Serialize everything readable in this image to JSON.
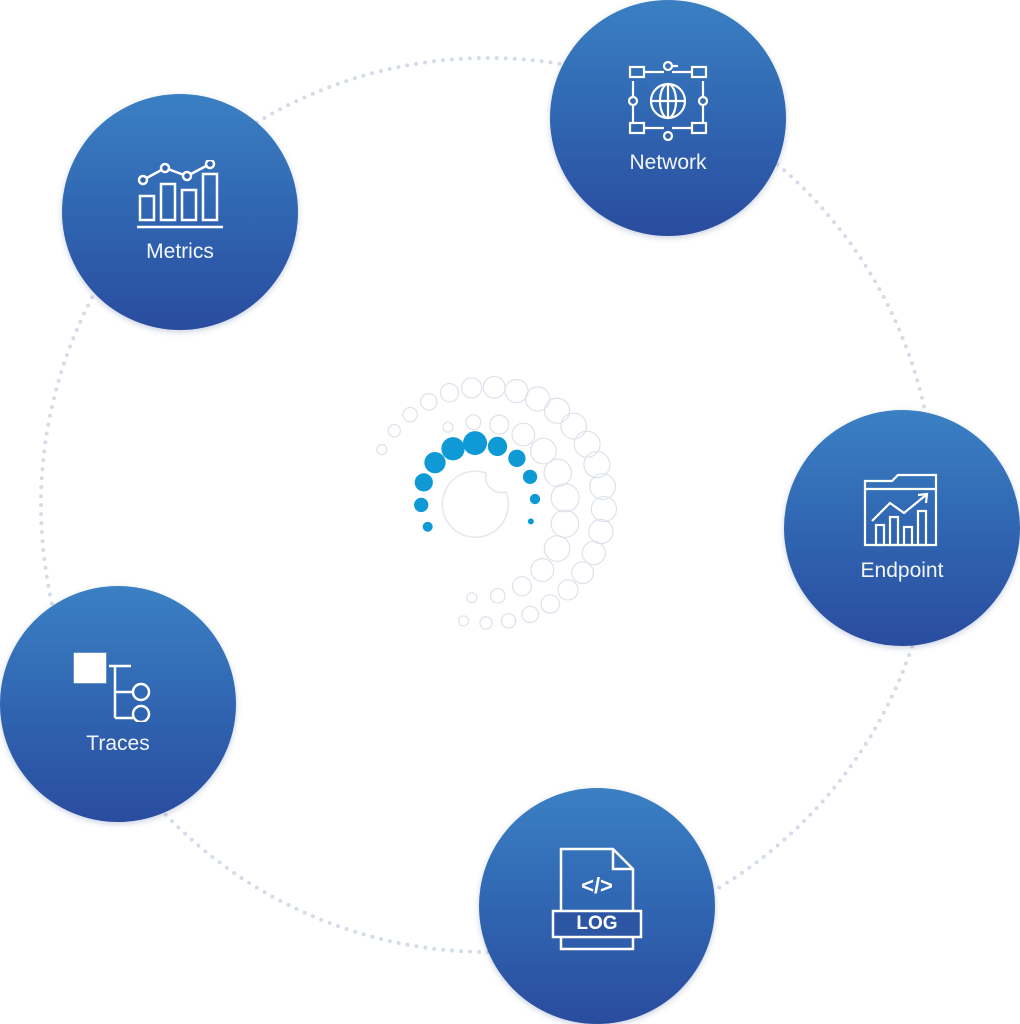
{
  "nodes": [
    {
      "id": "metrics",
      "label": "Metrics",
      "icon": "bar-line-chart-icon"
    },
    {
      "id": "network",
      "label": "Network",
      "icon": "globe-network-icon"
    },
    {
      "id": "endpoint",
      "label": "Endpoint",
      "icon": "folder-chart-icon"
    },
    {
      "id": "traces",
      "label": "Traces",
      "icon": "trace-tree-icon"
    },
    {
      "id": "log",
      "label": "",
      "icon": "log-file-icon",
      "icon_text": "LOG",
      "code_text": "</>"
    }
  ],
  "colors": {
    "node_top": "#3b80c3",
    "node_bottom": "#2a4c9e",
    "spinner": "#0f9ad6",
    "dots": "#d3dce8"
  }
}
